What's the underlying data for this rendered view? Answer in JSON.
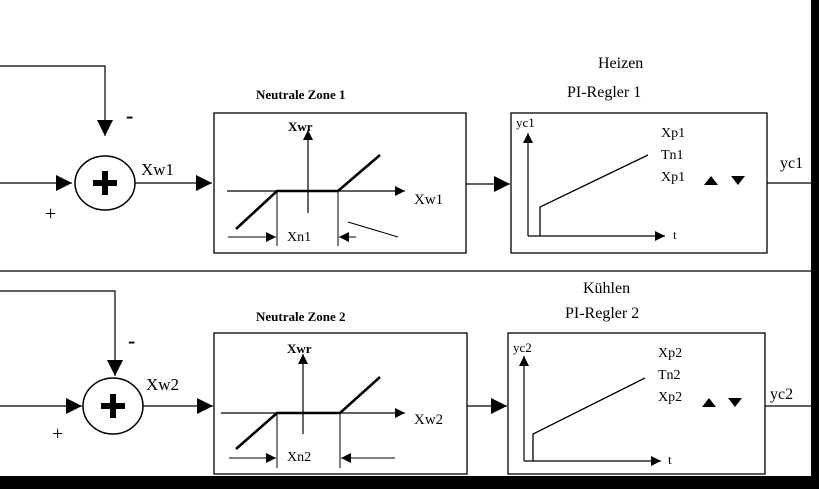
{
  "sections": [
    {
      "header_top": "Heizen",
      "header_bottom": "PI-Regler 1",
      "zone_title": "Neutrale Zone 1",
      "zone_y_label": "Xwr",
      "zone_x_label": "Xw1",
      "zone_width_label": "Xn1",
      "sum_minus": "-",
      "sum_plus": "+",
      "sum_output_label": "Xw1",
      "pi_y_label": "yc1",
      "pi_x_label": "t",
      "pi_param_1": "Xp1",
      "pi_param_2": "Tn1",
      "pi_param_3": "Xp1",
      "output_label": "yc1"
    },
    {
      "header_top": "Kühlen",
      "header_bottom": "PI-Regler 2",
      "zone_title": "Neutrale Zone 2",
      "zone_y_label": "Xwr",
      "zone_x_label": "Xw2",
      "zone_width_label": "Xn2",
      "sum_minus": "-",
      "sum_plus": "+",
      "sum_output_label": "Xw2",
      "pi_y_label": "yc2",
      "pi_x_label": "t",
      "pi_param_1": "Xp2",
      "pi_param_2": "Tn2",
      "pi_param_3": "Xp2",
      "output_label": "yc2"
    }
  ],
  "colors": {
    "background": "#ffffff",
    "frame": "#000000",
    "line": "#000000"
  },
  "icons": [
    "plus-icon",
    "triangle-up-icon",
    "triangle-down-icon"
  ]
}
